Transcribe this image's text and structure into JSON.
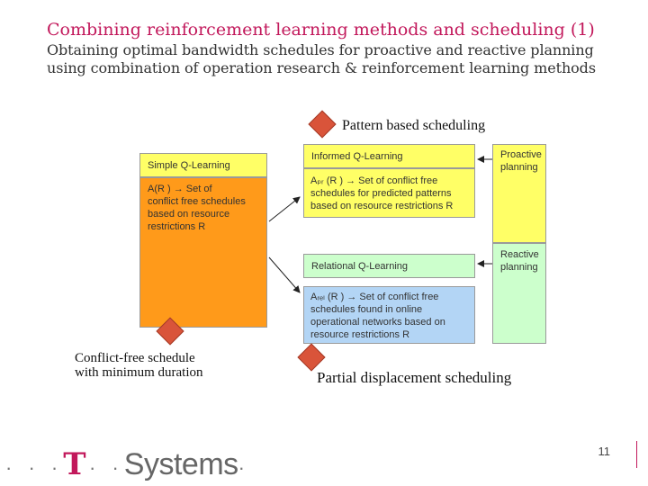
{
  "header": {
    "title": "Combining reinforcement learning methods and scheduling (1)",
    "subtitle_line1": "Obtaining optimal bandwidth schedules for proactive and reactive planning",
    "subtitle_line2": "using combination of operation research & reinforcement learning methods"
  },
  "diagram": {
    "pattern_label": "Pattern based scheduling",
    "simple_q": {
      "title": "Simple Q-Learning",
      "body_line1": "A(R ) → Set of",
      "body_line2": "conflict free schedules",
      "body_line3": "based on resource",
      "body_line4": "restrictions R"
    },
    "informed_q": {
      "title": "Informed Q-Learning",
      "body_line1": "Aₚᵣ (R ) → Set of conflict free",
      "body_line2": "schedules for predicted patterns",
      "body_line3": "based on resource restrictions R"
    },
    "relational_q": {
      "title": "Relational Q-Learning",
      "body_line1": "Aᵣₑₗ (R ) → Set of conflict free",
      "body_line2": "schedules found in online",
      "body_line3": "operational networks based on",
      "body_line4": "resource restrictions R"
    },
    "proactive_label_line1": "Proactive",
    "proactive_label_line2": "planning",
    "reactive_label_line1": "Reactive",
    "reactive_label_line2": "planning",
    "conflict_free_line1": "Conflict-free schedule",
    "conflict_free_line2": "with minimum duration",
    "partial_label": "Partial displacement scheduling"
  },
  "footer": {
    "logo_dots_left": "· · ·",
    "logo_t": "T",
    "logo_dots_mid": "· ·",
    "logo_word": "Systems",
    "logo_dot_right": "·",
    "page_number": "11"
  },
  "colors": {
    "title": "#c2185b",
    "orange": "#ff9a1a",
    "yellow": "#ffff66",
    "green": "#ccffcc",
    "blue": "#b3d5f5",
    "diamond": "#d9543a"
  }
}
